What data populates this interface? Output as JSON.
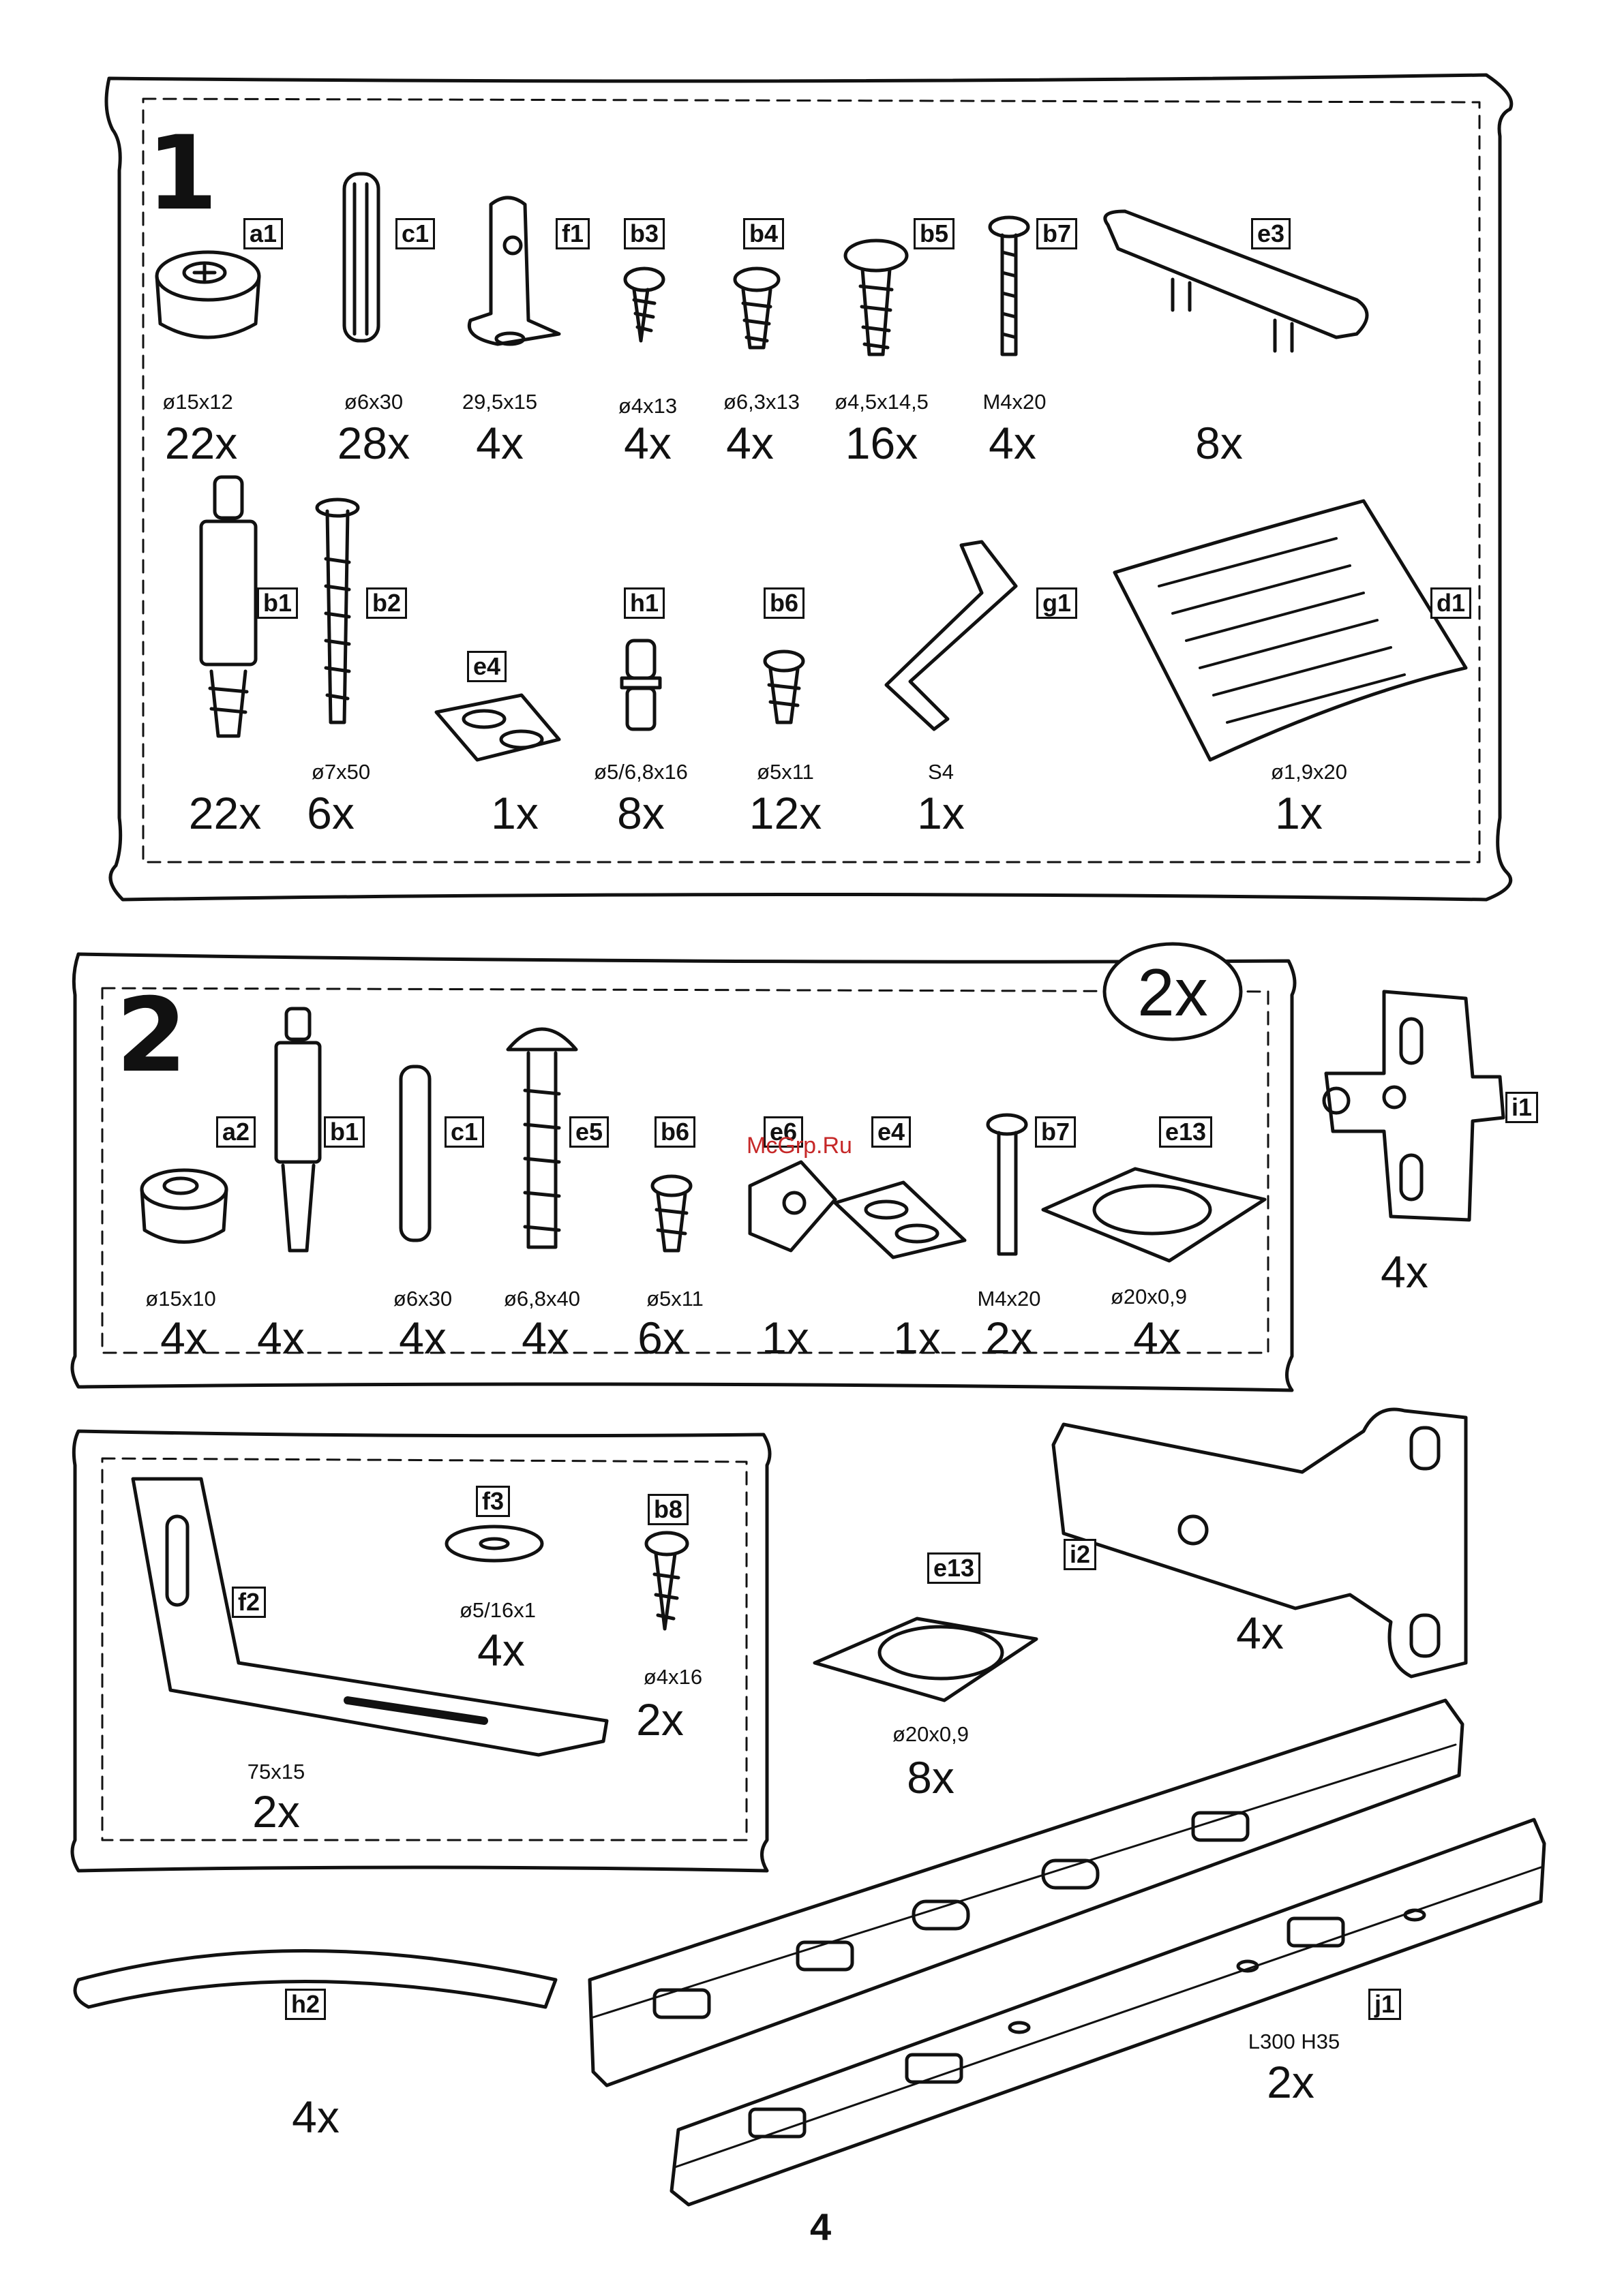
{
  "page_number": "4",
  "watermark": "McGrp.Ru",
  "sections": {
    "s1": {
      "number": "1",
      "items": [
        {
          "code": "a1",
          "spec": "ø15x12",
          "qty": "22x"
        },
        {
          "code": "c1",
          "spec": "ø6x30",
          "qty": "28x"
        },
        {
          "code": "f1",
          "spec": "29,5x15",
          "qty": "4x"
        },
        {
          "code": "b3",
          "spec": "ø4x13",
          "qty": "4x"
        },
        {
          "code": "b4",
          "spec": "ø6,3x13",
          "qty": "4x"
        },
        {
          "code": "b5",
          "spec": "ø4,5x14,5",
          "qty": "16x"
        },
        {
          "code": "b7",
          "spec": "M4x20",
          "qty": "4x"
        },
        {
          "code": "e3",
          "spec": "",
          "qty": "8x"
        },
        {
          "code": "b1",
          "spec": "",
          "qty": "22x"
        },
        {
          "code": "b2",
          "spec": "ø7x50",
          "qty": "6x"
        },
        {
          "code": "e4",
          "spec": "",
          "qty": "1x"
        },
        {
          "code": "h1",
          "spec": "ø5/6,8x16",
          "qty": "8x"
        },
        {
          "code": "b6",
          "spec": "ø5x11",
          "qty": "12x"
        },
        {
          "code": "g1",
          "spec": "S4",
          "qty": "1x"
        },
        {
          "code": "d1",
          "spec": "ø1,9x20",
          "qty": "1x"
        }
      ]
    },
    "s2": {
      "number": "2",
      "multiplier": "2x",
      "items": [
        {
          "code": "a2",
          "spec": "ø15x10",
          "qty": "4x"
        },
        {
          "code": "b1",
          "spec": "",
          "qty": "4x"
        },
        {
          "code": "c1",
          "spec": "ø6x30",
          "qty": "4x"
        },
        {
          "code": "e5",
          "spec": "ø6,8x40",
          "qty": "4x"
        },
        {
          "code": "b6",
          "spec": "ø5x11",
          "qty": "6x"
        },
        {
          "code": "e6",
          "spec": "",
          "qty": "1x"
        },
        {
          "code": "e4",
          "spec": "",
          "qty": "1x"
        },
        {
          "code": "b7",
          "spec": "M4x20",
          "qty": "2x"
        },
        {
          "code": "e13",
          "spec": "ø20x0,9",
          "qty": "4x"
        }
      ]
    },
    "s3": {
      "items": [
        {
          "code": "f2",
          "spec": "75x15",
          "qty": "2x"
        },
        {
          "code": "f3",
          "spec": "ø5/16x1",
          "qty": "4x"
        },
        {
          "code": "b8",
          "spec": "ø4x16",
          "qty": "2x"
        }
      ]
    }
  },
  "loose": [
    {
      "code": "i1",
      "spec": "",
      "qty": "4x"
    },
    {
      "code": "i2",
      "spec": "",
      "qty": "4x"
    },
    {
      "code": "e13",
      "spec": "ø20x0,9",
      "qty": "8x"
    },
    {
      "code": "h2",
      "spec": "",
      "qty": "4x"
    },
    {
      "code": "j1",
      "spec": "L300 H35",
      "qty": "2x"
    }
  ]
}
